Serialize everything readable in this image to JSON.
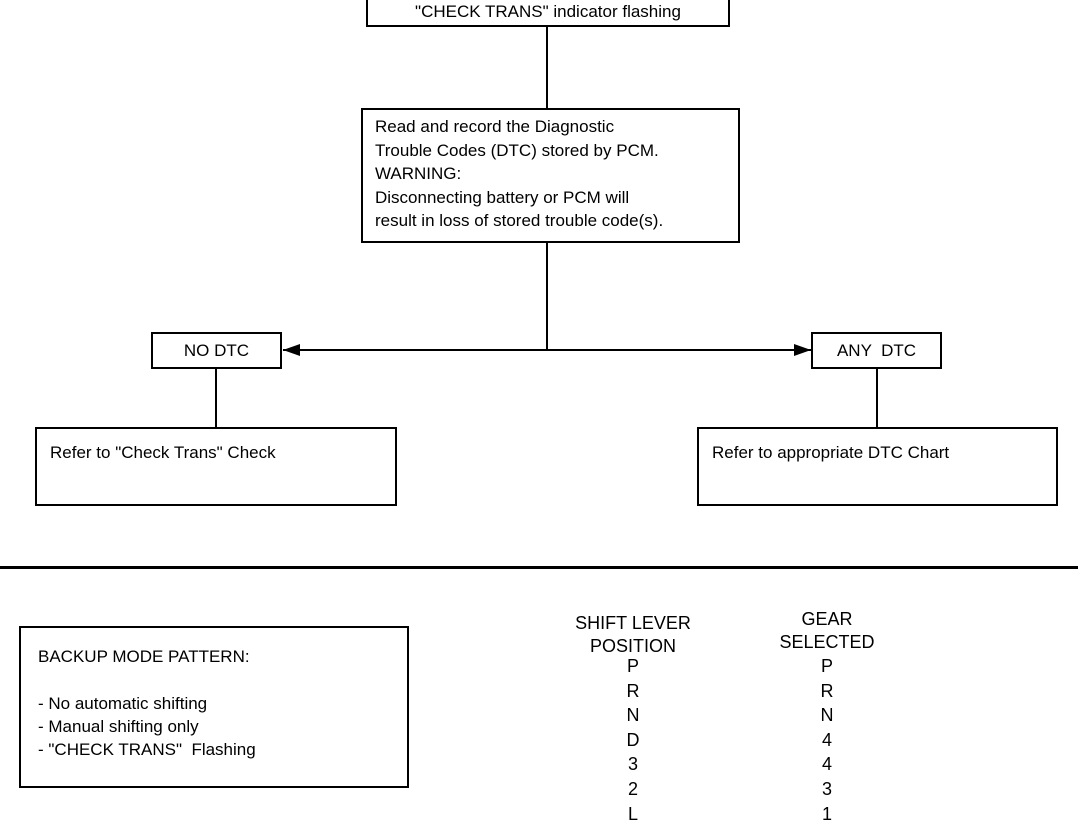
{
  "flowchart": {
    "start_box": "\"CHECK TRANS\" indicator flashing",
    "read_box": "Read and record the Diagnostic\nTrouble Codes (DTC) stored by PCM.\nWARNING:\nDisconnecting battery or PCM will\nresult in loss of stored trouble code(s).",
    "no_dtc": "NO DTC",
    "any_dtc": "ANY  DTC",
    "no_dtc_result": "Refer to \"Check Trans\" Check",
    "any_dtc_result": "Refer to appropriate DTC Chart"
  },
  "backup_mode": {
    "title": "BACKUP MODE PATTERN:",
    "items": [
      "- No automatic shifting",
      "- Manual shifting only",
      "- \"CHECK TRANS\"  Flashing"
    ]
  },
  "shift_table": {
    "col1_header": "SHIFT LEVER\nPOSITION",
    "col2_header": "GEAR\nSELECTED",
    "rows": [
      {
        "lever": "P",
        "gear": "P"
      },
      {
        "lever": "R",
        "gear": "R"
      },
      {
        "lever": "N",
        "gear": "N"
      },
      {
        "lever": "D",
        "gear": "4"
      },
      {
        "lever": "3",
        "gear": "4"
      },
      {
        "lever": "2",
        "gear": "3"
      },
      {
        "lever": "L",
        "gear": "1"
      }
    ]
  },
  "colors": {
    "line": "#000000",
    "background": "#ffffff"
  }
}
